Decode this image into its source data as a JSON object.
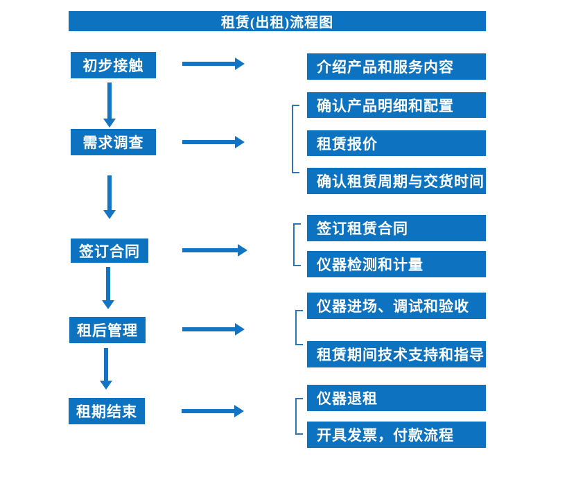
{
  "title": "租赁(出租)流程图",
  "colors": {
    "box_blue": "#0d73c1",
    "arrow_blue": "#1274c5",
    "bracket_blue": "#2e75b6",
    "box_text": "#ffffff",
    "background": "#ffffff"
  },
  "steps": [
    {
      "label": "初步接触",
      "details": [
        "介绍产品和服务内容"
      ]
    },
    {
      "label": "需求调查",
      "details": [
        "确认产品明细和配置",
        "租赁报价",
        "确认租赁周期与交货时间"
      ]
    },
    {
      "label": "签订合同",
      "details": [
        "签订租赁合同",
        "仪器检测和计量"
      ]
    },
    {
      "label": "租后管理",
      "details": [
        "仪器进场、调试和验收",
        "租赁期间技术支持和指导"
      ]
    },
    {
      "label": "租期结束",
      "details": [
        "仪器退租",
        "开具发票，付款流程"
      ]
    }
  ]
}
